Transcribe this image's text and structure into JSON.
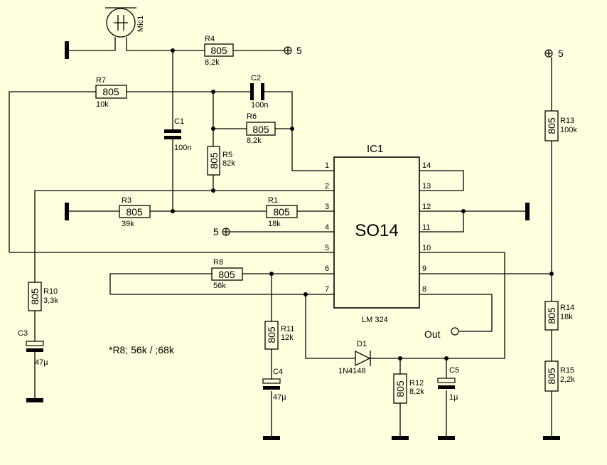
{
  "ic": {
    "ref": "IC1",
    "name": "SO14",
    "part": "LM 324",
    "left_pins": [
      "1",
      "2",
      "3",
      "4",
      "5",
      "6",
      "7"
    ],
    "right_pins": [
      "14",
      "13",
      "12",
      "11",
      "10",
      "9",
      "8"
    ]
  },
  "mic": {
    "ref": "Mic1"
  },
  "supply_label": "5",
  "out_label": "Out",
  "note": "*R8; 56k / ;68k",
  "package": "805",
  "resistors": {
    "R1": {
      "ref": "R1",
      "value": "18k"
    },
    "R3": {
      "ref": "R3",
      "value": "39k"
    },
    "R4": {
      "ref": "R4",
      "value": "8,2k"
    },
    "R5": {
      "ref": "R5",
      "value": "82k"
    },
    "R6": {
      "ref": "R6",
      "value": "8,2k"
    },
    "R7": {
      "ref": "R7",
      "value": "10k"
    },
    "R8": {
      "ref": "R8",
      "value": "56k"
    },
    "R10": {
      "ref": "R10",
      "value": "3,3k"
    },
    "R11": {
      "ref": "R11",
      "value": "12k"
    },
    "R12": {
      "ref": "R12",
      "value": "8,2k"
    },
    "R13": {
      "ref": "R13",
      "value": "100k"
    },
    "R14": {
      "ref": "R14",
      "value": "18k"
    },
    "R15": {
      "ref": "R15",
      "value": "2,2k"
    }
  },
  "capacitors": {
    "C1": {
      "ref": "C1",
      "value": "100n"
    },
    "C2": {
      "ref": "C2",
      "value": "100n"
    },
    "C3": {
      "ref": "C3",
      "value": "47µ"
    },
    "C4": {
      "ref": "C4",
      "value": "47µ"
    },
    "C5": {
      "ref": "C5",
      "value": "1µ"
    }
  },
  "diode": {
    "ref": "D1",
    "part": "1N4148"
  }
}
